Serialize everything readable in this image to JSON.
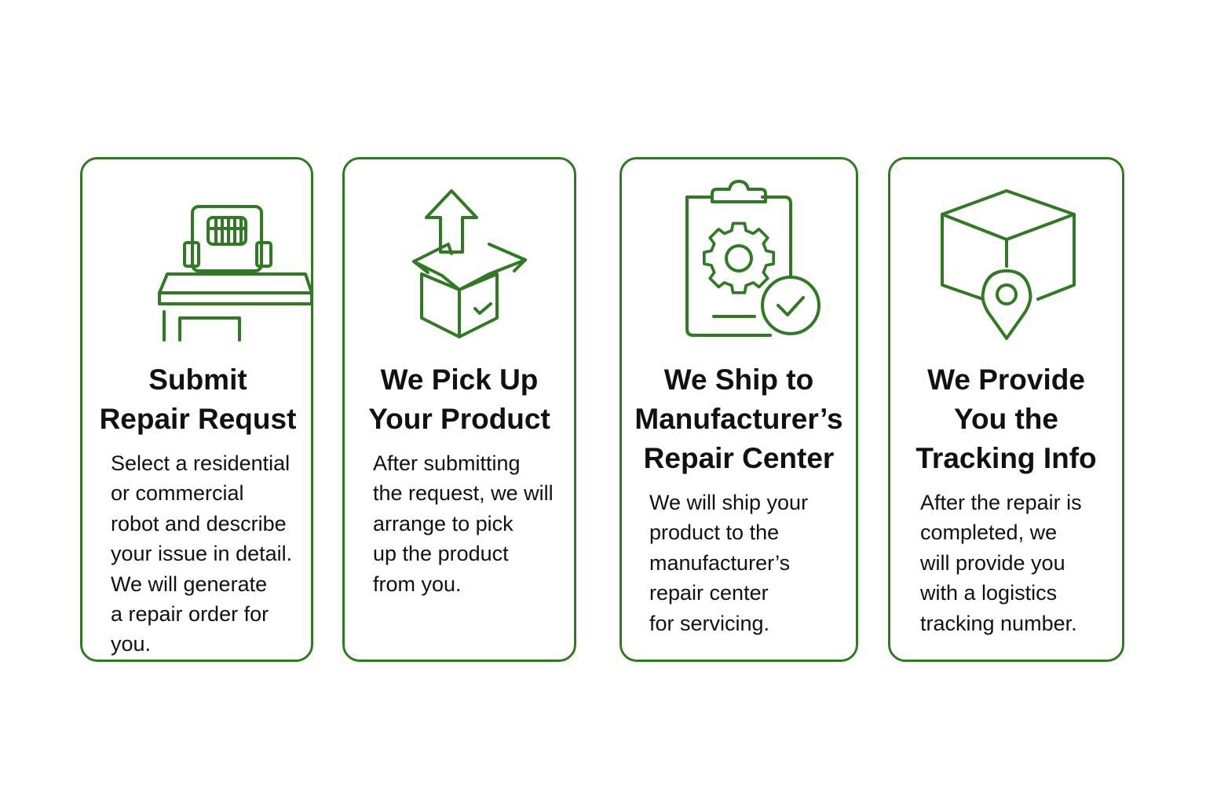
{
  "colors": {
    "accent": "#2f7a23",
    "text": "#111111",
    "background": "#ffffff"
  },
  "steps": [
    {
      "icon": "robot-on-table-icon",
      "title": "Submit\nRepair Requst",
      "description": "Select a residential\n  or commercial\nrobot and describe\nyour issue in detail.\nWe will generate\na repair order for\nyou."
    },
    {
      "icon": "box-arrow-up-icon",
      "title": "We Pick Up\nYour Product",
      "description": "After submitting\nthe request, we will\narrange to pick\nup the product\nfrom you."
    },
    {
      "icon": "clipboard-gear-check-icon",
      "title": "We Ship to\nManufacturer’s\nRepair Center",
      "description": "We will ship your\nproduct to the\nmanufacturer’s\nrepair center\nfor servicing."
    },
    {
      "icon": "cube-location-pin-icon",
      "title": "We Provide\nYou the\nTracking Info",
      "description": "After the repair is\ncompleted, we\nwill provide you\nwith a logistics\ntracking number."
    }
  ]
}
